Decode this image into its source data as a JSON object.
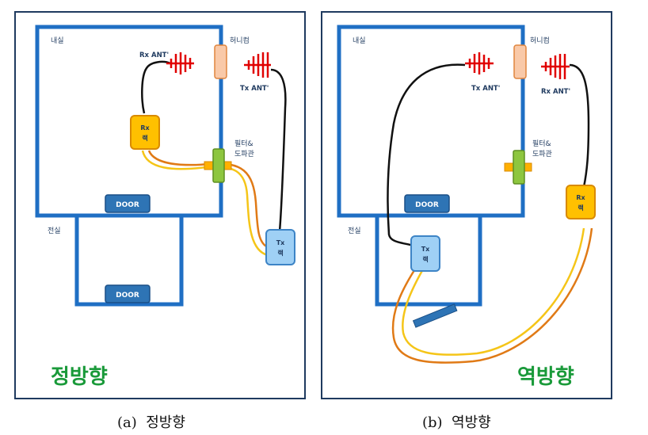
{
  "panel_a": {
    "room_inner": "내실",
    "room_outer": "전실",
    "honeycomb": "허니컴",
    "antenna_rx": "Rx ANT'",
    "antenna_tx": "Tx ANT'",
    "filter_label_line1": "필터&",
    "filter_label_line2": "도파관",
    "rack_rx_line1": "Rx",
    "rack_rx_line2": "랙",
    "rack_tx_line1": "Tx",
    "rack_tx_line2": "랙",
    "door_top": "DOOR",
    "door_bottom": "DOOR",
    "direction_title": "정방향",
    "caption_label": "(a)",
    "caption_text": "정방향"
  },
  "panel_b": {
    "room_inner": "내실",
    "room_outer": "전실",
    "honeycomb": "허니컴",
    "antenna_tx": "Tx ANT'",
    "antenna_rx": "Rx ANT'",
    "filter_label_line1": "필터&",
    "filter_label_line2": "도파관",
    "rack_rx_line1": "Rx",
    "rack_rx_line2": "랙",
    "rack_tx_line1": "Tx",
    "rack_tx_line2": "랙",
    "door_top": "DOOR",
    "direction_title": "역방향",
    "caption_label": "(b)",
    "caption_text": "역방향"
  },
  "colors": {
    "wall_blue": "#1f6fc4",
    "door_blue": "#2e74b5",
    "antenna_red": "#e00000",
    "cable_black": "#111111",
    "cable_orange": "#e07a16",
    "cable_yellow": "#f5c518",
    "rx_rack_fill": "#ffc000",
    "tx_rack_fill": "#9fd0f5",
    "filter_green": "#8dc63f",
    "honeycomb_fill": "#f9c9a8",
    "title_green": "#1a9a3a"
  }
}
